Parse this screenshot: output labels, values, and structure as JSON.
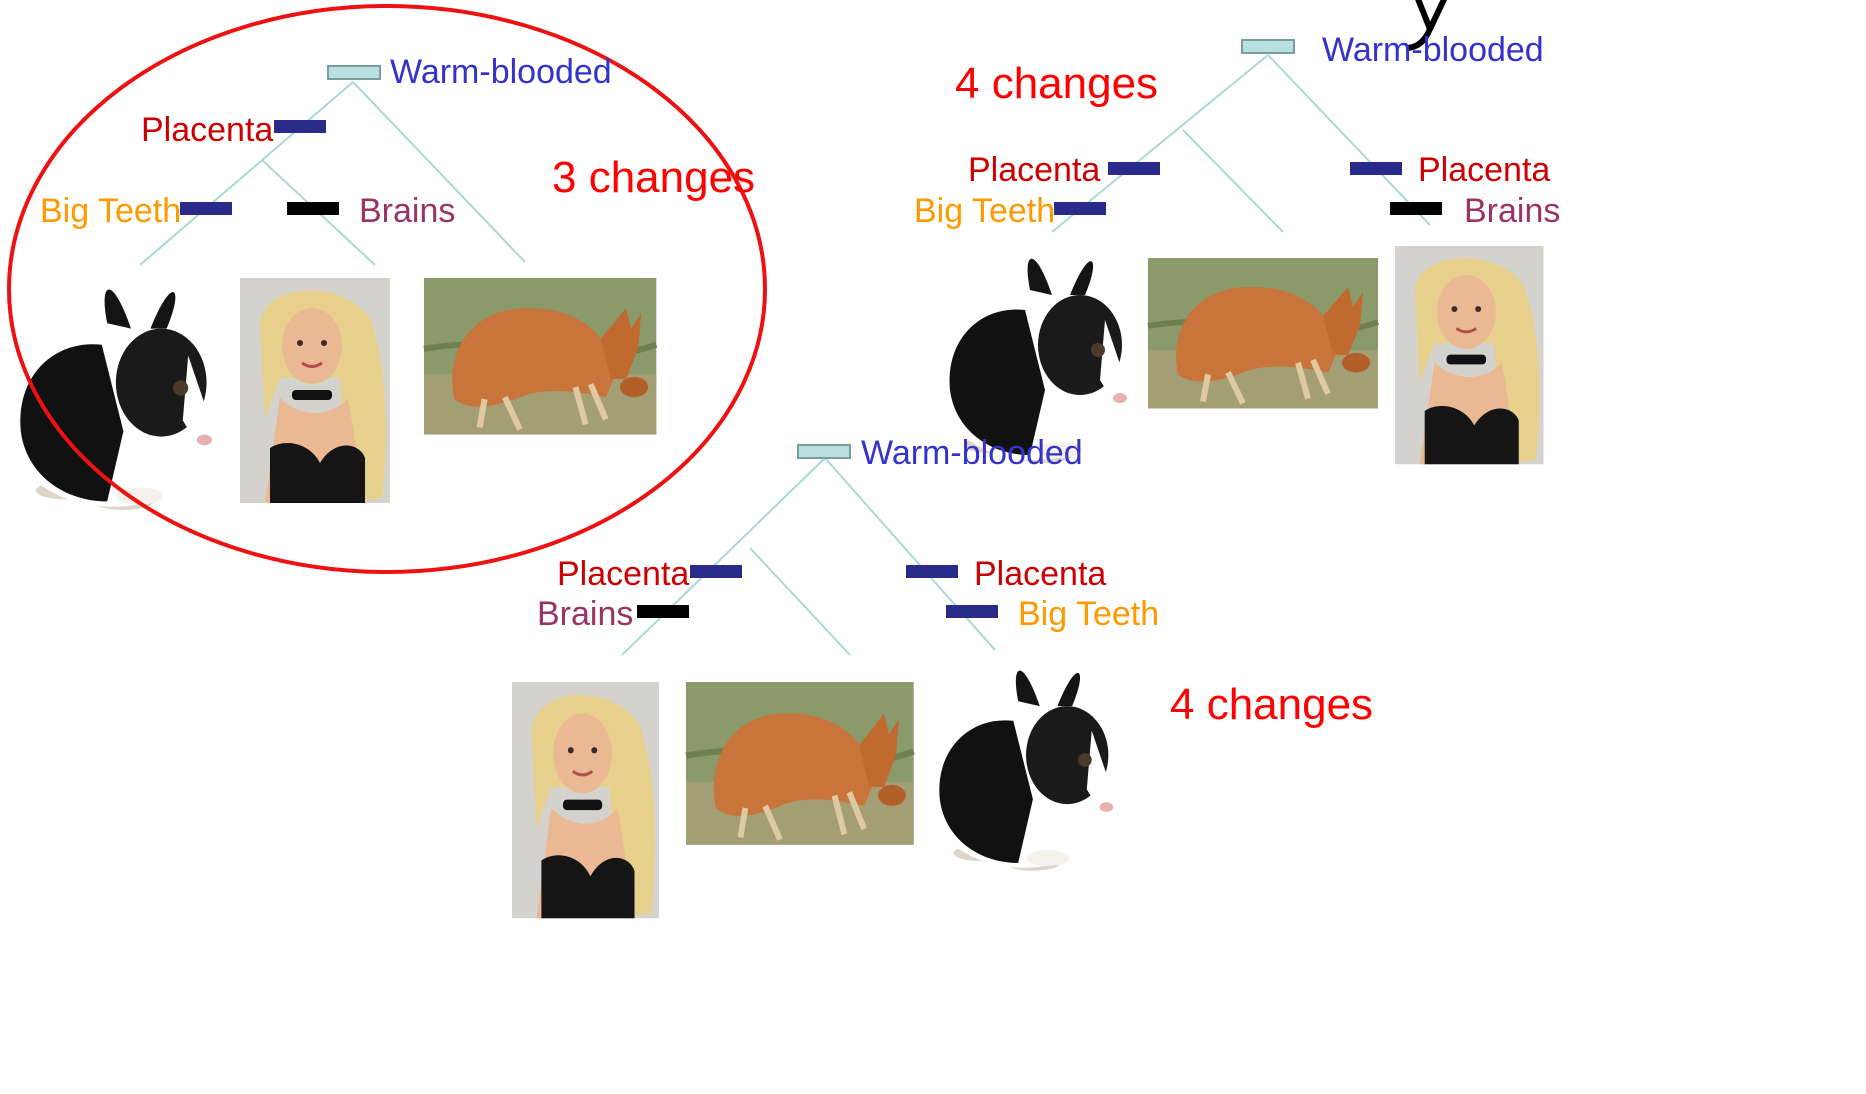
{
  "colors": {
    "warm_blooded": "#3333cc",
    "placenta": "#cc0000",
    "big_teeth": "#ff9900",
    "brains": "#993366",
    "changes": "#ff0000",
    "branch": "#a8d8d8",
    "trait_bar": "#2a2a8a",
    "brains_bar": "#000000",
    "root_bar": "#b8e0e0"
  },
  "tree_a": {
    "root_label": "Warm-blooded",
    "placenta_label": "Placenta",
    "big_teeth_label": "Big Teeth",
    "brains_label": "Brains",
    "changes": "3 changes",
    "leaves": [
      "rabbit",
      "woman",
      "kangaroo"
    ]
  },
  "tree_b": {
    "root_label": "Warm-blooded",
    "changes": "4 changes",
    "placenta_left_label": "Placenta",
    "big_teeth_label": "Big Teeth",
    "placenta_right_label": "Placenta",
    "brains_label": "Brains",
    "leaves": [
      "rabbit",
      "kangaroo",
      "woman"
    ]
  },
  "tree_c": {
    "root_label": "Warm-blooded",
    "placenta_left_label": "Placenta",
    "brains_label": "Brains",
    "placenta_right_label": "Placenta",
    "big_teeth_label": "Big Teeth",
    "changes": "4 changes",
    "leaves": [
      "woman",
      "kangaroo",
      "rabbit"
    ]
  }
}
